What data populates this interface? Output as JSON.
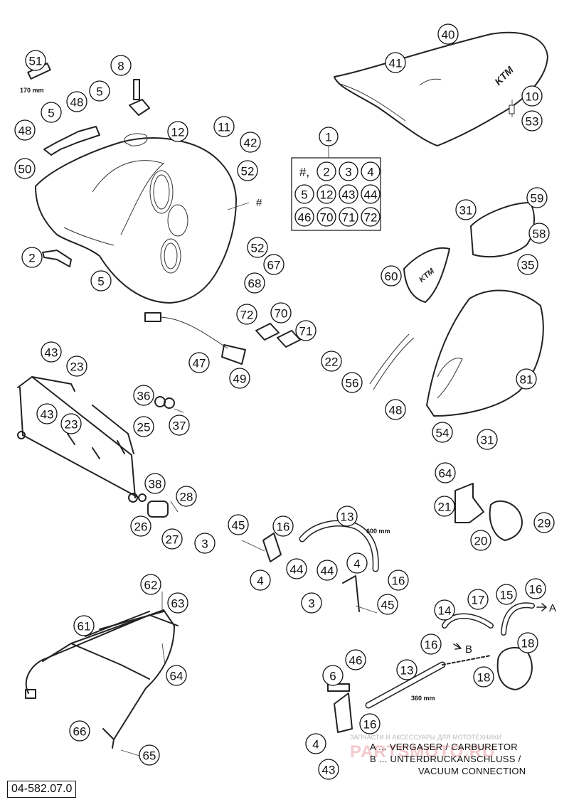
{
  "diagram": {
    "part_number": "04-582.07.0",
    "watermark_text": "ЗАПЧАСТИ И АКСЕССУАРЫ ДЛЯ МОТОТЕХНИКИ",
    "watermark_logo": "PARTSMOTO.RU",
    "seat_logo": "KTM",
    "kit_box": {
      "number": "1",
      "items": [
        "#,",
        "2",
        "3",
        "4",
        "5",
        "12",
        "43",
        "44",
        "46",
        "70",
        "71",
        "72"
      ]
    },
    "legend": [
      {
        "key": "A",
        "text": "A ... VERGASER / CARBURETOR"
      },
      {
        "key": "B",
        "text": "B ... UNTERDRUCKANSCHLUSS /"
      },
      {
        "key": "",
        "text": "VACUUM CONNECTION"
      }
    ],
    "dimensions": [
      "170 mm",
      "600 mm",
      "360 mm"
    ],
    "markers": [
      "#",
      "A",
      "B"
    ],
    "callouts": [
      {
        "id": "c51",
        "label": "51"
      },
      {
        "id": "c8",
        "label": "8"
      },
      {
        "id": "c48a",
        "label": "48"
      },
      {
        "id": "c5a",
        "label": "5"
      },
      {
        "id": "c5b",
        "label": "5"
      },
      {
        "id": "c48b",
        "label": "48"
      },
      {
        "id": "c50",
        "label": "50"
      },
      {
        "id": "c12",
        "label": "12"
      },
      {
        "id": "c11",
        "label": "11"
      },
      {
        "id": "c42",
        "label": "42"
      },
      {
        "id": "c52a",
        "label": "52"
      },
      {
        "id": "c40",
        "label": "40"
      },
      {
        "id": "c41",
        "label": "41"
      },
      {
        "id": "c10",
        "label": "10"
      },
      {
        "id": "c53",
        "label": "53"
      },
      {
        "id": "c2",
        "label": "2"
      },
      {
        "id": "c5c",
        "label": "5"
      },
      {
        "id": "c52b",
        "label": "52"
      },
      {
        "id": "c67",
        "label": "67"
      },
      {
        "id": "c68",
        "label": "68"
      },
      {
        "id": "c59",
        "label": "59"
      },
      {
        "id": "c31a",
        "label": "31"
      },
      {
        "id": "c58",
        "label": "58"
      },
      {
        "id": "c35",
        "label": "35"
      },
      {
        "id": "c60",
        "label": "60"
      },
      {
        "id": "c72",
        "label": "72"
      },
      {
        "id": "c70",
        "label": "70"
      },
      {
        "id": "c71",
        "label": "71"
      },
      {
        "id": "c47",
        "label": "47"
      },
      {
        "id": "c49",
        "label": "49"
      },
      {
        "id": "c22",
        "label": "22"
      },
      {
        "id": "c56",
        "label": "56"
      },
      {
        "id": "c81",
        "label": "81"
      },
      {
        "id": "c48c",
        "label": "48"
      },
      {
        "id": "c54",
        "label": "54"
      },
      {
        "id": "c31b",
        "label": "31"
      },
      {
        "id": "c43a",
        "label": "43"
      },
      {
        "id": "c23a",
        "label": "23"
      },
      {
        "id": "c36",
        "label": "36"
      },
      {
        "id": "c37",
        "label": "37"
      },
      {
        "id": "c43b",
        "label": "43"
      },
      {
        "id": "c23b",
        "label": "23"
      },
      {
        "id": "c25",
        "label": "25"
      },
      {
        "id": "c38",
        "label": "38"
      },
      {
        "id": "c28",
        "label": "28"
      },
      {
        "id": "c26",
        "label": "26"
      },
      {
        "id": "c27",
        "label": "27"
      },
      {
        "id": "c64a",
        "label": "64"
      },
      {
        "id": "c21",
        "label": "21"
      },
      {
        "id": "c29",
        "label": "29"
      },
      {
        "id": "c20",
        "label": "20"
      },
      {
        "id": "c45a",
        "label": "45"
      },
      {
        "id": "c16a",
        "label": "16"
      },
      {
        "id": "c13a",
        "label": "13"
      },
      {
        "id": "c3a",
        "label": "3"
      },
      {
        "id": "c44a",
        "label": "44"
      },
      {
        "id": "c4a",
        "label": "4"
      },
      {
        "id": "c44b",
        "label": "44"
      },
      {
        "id": "c4b",
        "label": "4"
      },
      {
        "id": "c16b",
        "label": "16"
      },
      {
        "id": "c3b",
        "label": "3"
      },
      {
        "id": "c45b",
        "label": "45"
      },
      {
        "id": "c62",
        "label": "62"
      },
      {
        "id": "c63",
        "label": "63"
      },
      {
        "id": "c61",
        "label": "61"
      },
      {
        "id": "c64b",
        "label": "64"
      },
      {
        "id": "c17",
        "label": "17"
      },
      {
        "id": "c15",
        "label": "15"
      },
      {
        "id": "c16c",
        "label": "16"
      },
      {
        "id": "c14",
        "label": "14"
      },
      {
        "id": "c16d",
        "label": "16"
      },
      {
        "id": "c18a",
        "label": "18"
      },
      {
        "id": "c46",
        "label": "46"
      },
      {
        "id": "c6",
        "label": "6"
      },
      {
        "id": "c13b",
        "label": "13"
      },
      {
        "id": "c18b",
        "label": "18"
      },
      {
        "id": "c16e",
        "label": "16"
      },
      {
        "id": "c66",
        "label": "66"
      },
      {
        "id": "c65",
        "label": "65"
      },
      {
        "id": "c4c",
        "label": "4"
      },
      {
        "id": "c43c",
        "label": "43"
      }
    ]
  }
}
